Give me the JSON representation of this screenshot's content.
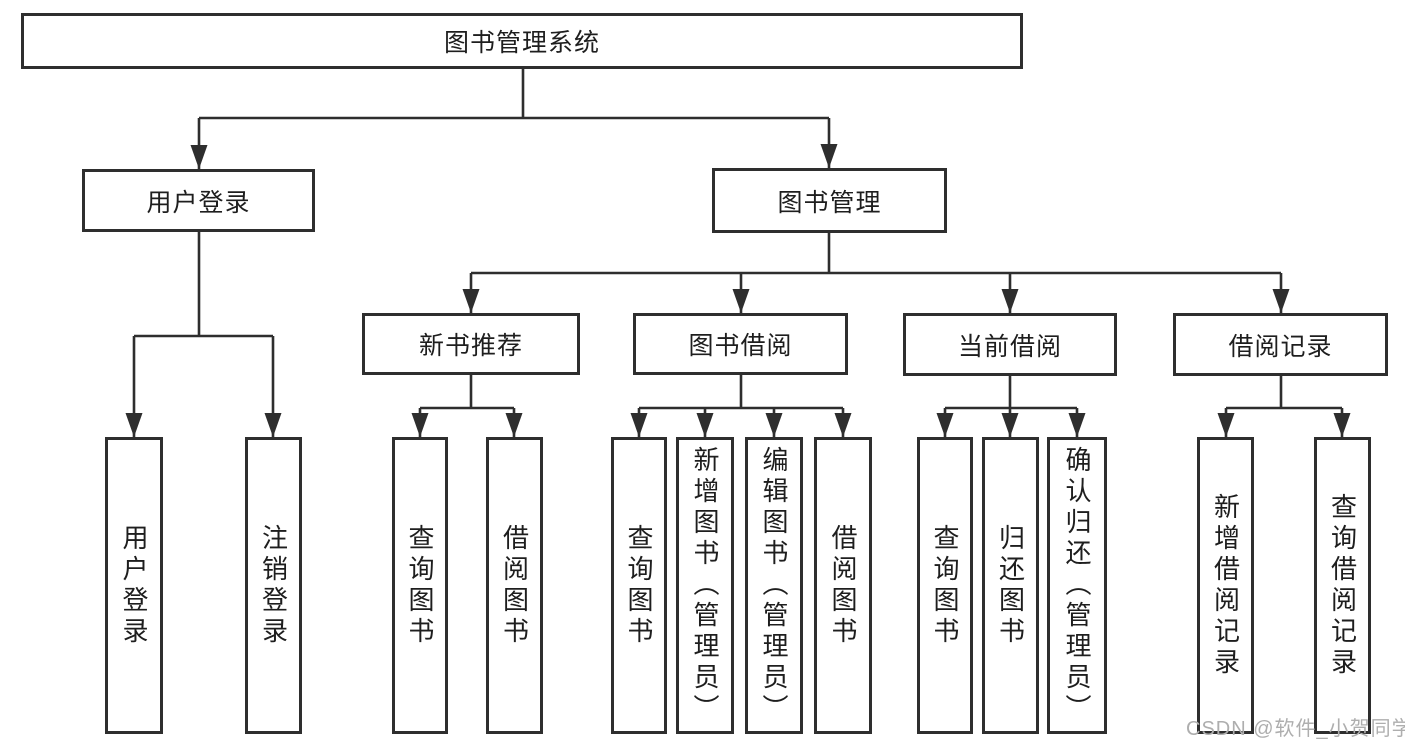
{
  "diagram": {
    "type": "hierarchy-chart",
    "root": {
      "label": "图书管理系统"
    },
    "level2": {
      "user_login": {
        "label": "用户登录"
      },
      "book_mgmt": {
        "label": "图书管理"
      }
    },
    "level3": {
      "new_book": {
        "label": "新书推荐",
        "parent": "图书管理"
      },
      "borrow": {
        "label": "图书借阅",
        "parent": "图书管理"
      },
      "current": {
        "label": "当前借阅",
        "parent": "图书管理"
      },
      "records": {
        "label": "借阅记录",
        "parent": "图书管理"
      }
    },
    "leaves": {
      "ul_login": {
        "label": "用户登录",
        "parent": "用户登录"
      },
      "ul_logout": {
        "label": "注销登录",
        "parent": "用户登录"
      },
      "rec_query": {
        "label": "查询图书",
        "parent": "新书推荐"
      },
      "rec_borrow": {
        "label": "借阅图书",
        "parent": "新书推荐"
      },
      "bor_query": {
        "label": "查询图书",
        "parent": "图书借阅"
      },
      "bor_add": {
        "label": "新增图书（管理员）",
        "parent": "图书借阅"
      },
      "bor_edit": {
        "label": "编辑图书（管理员）",
        "parent": "图书借阅"
      },
      "bor_borrow": {
        "label": "借阅图书",
        "parent": "图书借阅"
      },
      "cur_query": {
        "label": "查询图书",
        "parent": "当前借阅"
      },
      "cur_return": {
        "label": "归还图书",
        "parent": "当前借阅"
      },
      "cur_confirm": {
        "label": "确认归还（管理员）",
        "parent": "当前借阅"
      },
      "recd_add": {
        "label": "新增借阅记录",
        "parent": "借阅记录"
      },
      "recd_query": {
        "label": "查询借阅记录",
        "parent": "借阅记录"
      }
    },
    "watermark": {
      "text": "CSDN @软件_小贺同学"
    },
    "colors": {
      "line": "#2e2e2e",
      "text": "#1e1e1e",
      "watermark": "#aeaeae",
      "background": "#ffffff"
    }
  }
}
